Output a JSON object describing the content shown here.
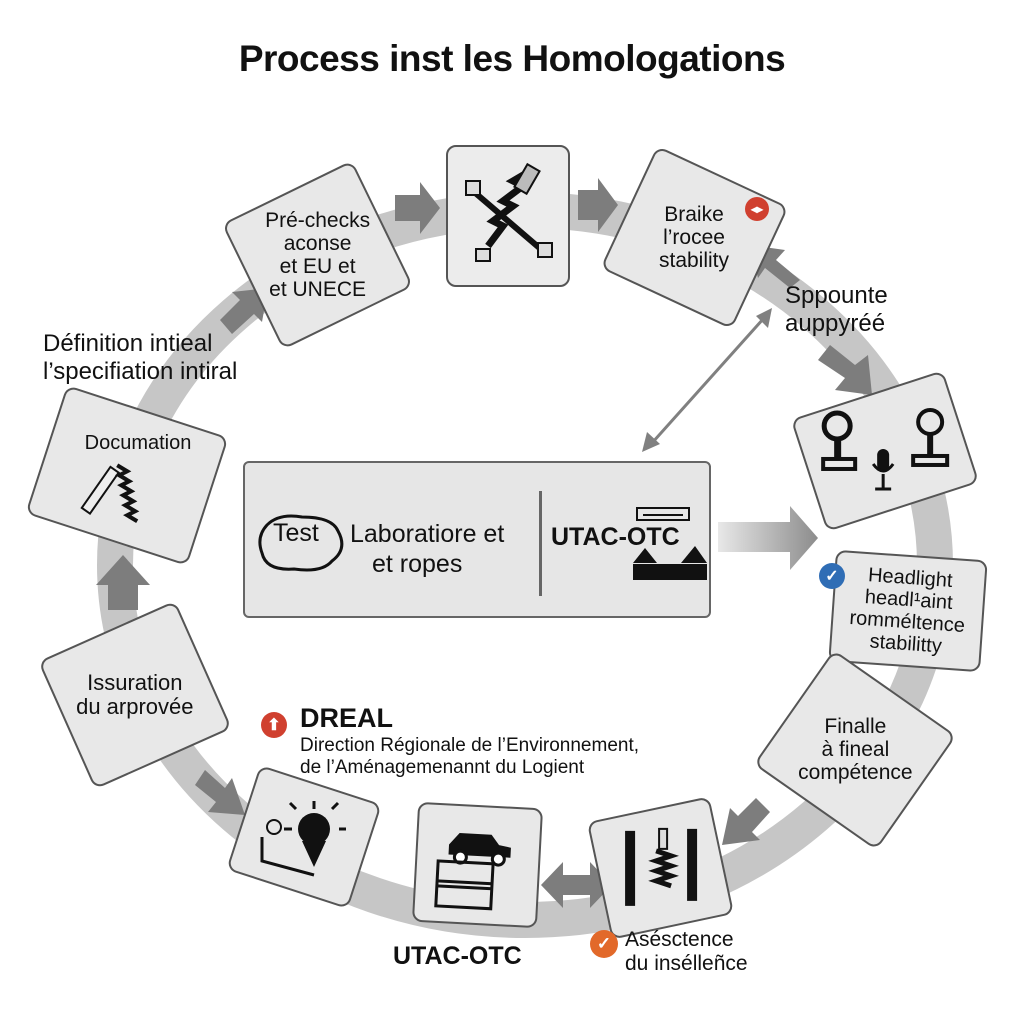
{
  "title": "Process inst les Homologations",
  "steps": {
    "prechecks": [
      "Pré-checks",
      "aconse",
      "et EU et",
      "et UNECE"
    ],
    "brake": [
      "Braike",
      "l’rocee",
      "stability"
    ],
    "headlight": [
      "Headlight",
      "headl¹aint",
      "romméltence",
      "stabilitty"
    ],
    "finale": [
      "Finalle",
      "à fineal",
      "compétence"
    ],
    "documentation": "Documation",
    "issuration": [
      "Issuration",
      "du arprovée"
    ]
  },
  "labels": {
    "definition": [
      "Définition intieal",
      "l’specifiation intiral"
    ],
    "support": [
      "Sppounte",
      "auppyréé"
    ],
    "utac_bottom": "UTAC-OTC",
    "assistance": [
      "Asésctence",
      "du insélleñce"
    ]
  },
  "dreal": {
    "title": "DREAL",
    "line1": "Direction Régionale de l’Environnement,",
    "line2": "de l’Aménagemenannt du Logient"
  },
  "center": {
    "test_label": "Test",
    "lab_line1": "Laboratiore et",
    "lab_line2": "et ropes",
    "utac": "UTAC-OTC"
  },
  "colors": {
    "ring": "#c4c4c4",
    "arrow": "#808080",
    "card_bg": "#e8e8e8",
    "red_badge": "#d0402f",
    "blue_badge": "#2f6db5",
    "orange_badge": "#e2692a"
  },
  "icons": [
    "suspension-spring-icon",
    "magnifier-stamp-icon",
    "microphone-icon",
    "coil-spring-icon",
    "light-bulb-icon",
    "car-lift-icon",
    "shock-absorber-icon",
    "test-bubble-icon",
    "track-ramp-icon"
  ]
}
